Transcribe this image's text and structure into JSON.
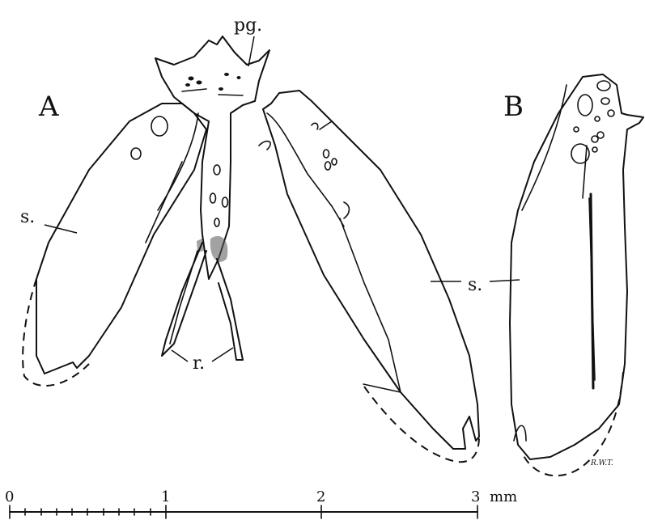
{
  "labels": {
    "panel_a": "A",
    "panel_b": "B",
    "pg": "pg.",
    "s_left": "s.",
    "s_middle": "s.",
    "r": "r.",
    "signature": "R.W.T."
  },
  "scale_bar": {
    "ticks": [
      "0",
      "1",
      "2",
      "3"
    ],
    "unit": "mm"
  }
}
